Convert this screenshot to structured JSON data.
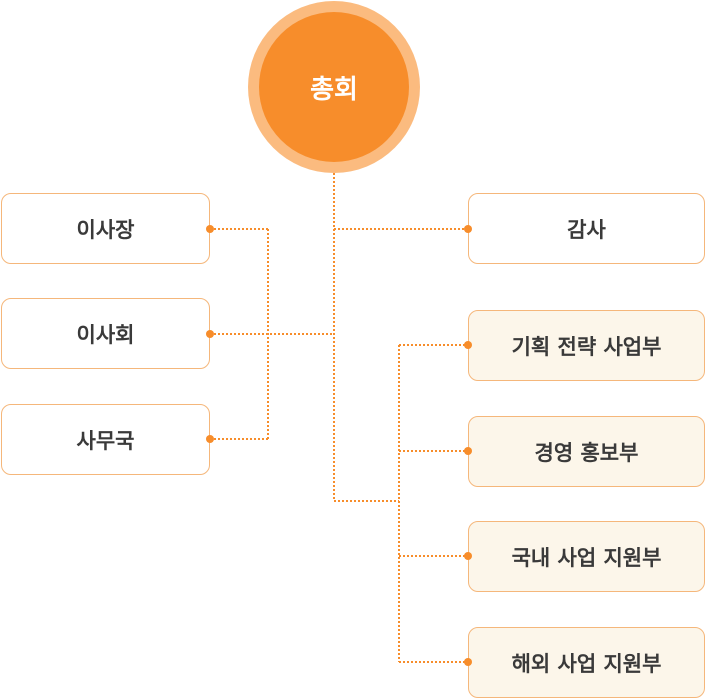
{
  "root": {
    "label": "총회"
  },
  "left": [
    {
      "label": "이사장"
    },
    {
      "label": "이사회"
    },
    {
      "label": "사무국"
    }
  ],
  "audit": {
    "label": "감사"
  },
  "departments": [
    {
      "label": "기획 전략 사업부"
    },
    {
      "label": "경영 홍보부"
    },
    {
      "label": "국내 사업 지원부"
    },
    {
      "label": "해외 사업 지원부"
    }
  ],
  "colors": {
    "accent": "#f78d2b",
    "accent_light": "#fbbb7f",
    "box_border": "#f5b77b",
    "dept_fill": "#fcf6ea",
    "text": "#3a3a3a"
  }
}
